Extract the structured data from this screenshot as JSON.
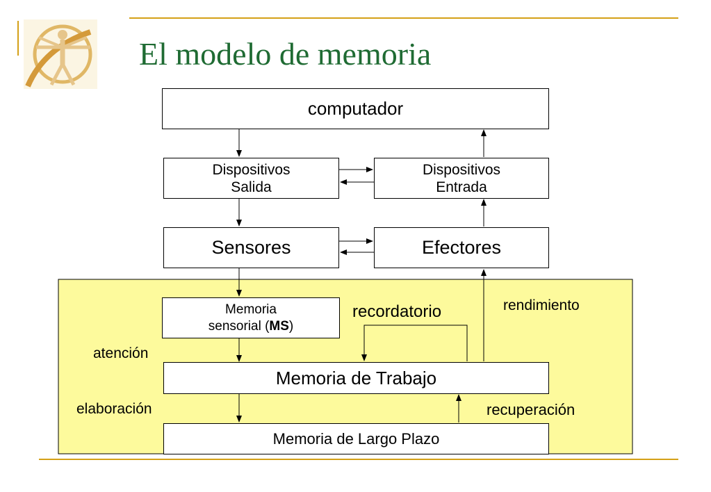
{
  "title": "El modelo de memoria",
  "colors": {
    "title": "#1f6b33",
    "accent_line": "#d4a017",
    "highlight_bg": "#fdfa9c",
    "box_border": "#000000"
  },
  "logo": {
    "icon": "vitruvian-man-icon"
  },
  "diagram": {
    "computador": "computador",
    "disp_salida": {
      "line1": "Dispositivos",
      "line2": "Salida"
    },
    "disp_entrada": {
      "line1": "Dispositivos",
      "line2": "Entrada"
    },
    "sensores": "Sensores",
    "efectores": "Efectores",
    "memoria_sensorial": {
      "line1": "Memoria",
      "line2_pre": "sensorial (",
      "line2_bold": "MS",
      "line2_post": ")"
    },
    "memoria_trabajo": "Memoria de Trabajo",
    "memoria_largo_plazo": "Memoria de Largo Plazo",
    "labels": {
      "recordatorio": "recordatorio",
      "rendimiento": "rendimiento",
      "atencion": "atención",
      "elaboracion": "elaboración",
      "recuperacion": "recuperación"
    }
  }
}
